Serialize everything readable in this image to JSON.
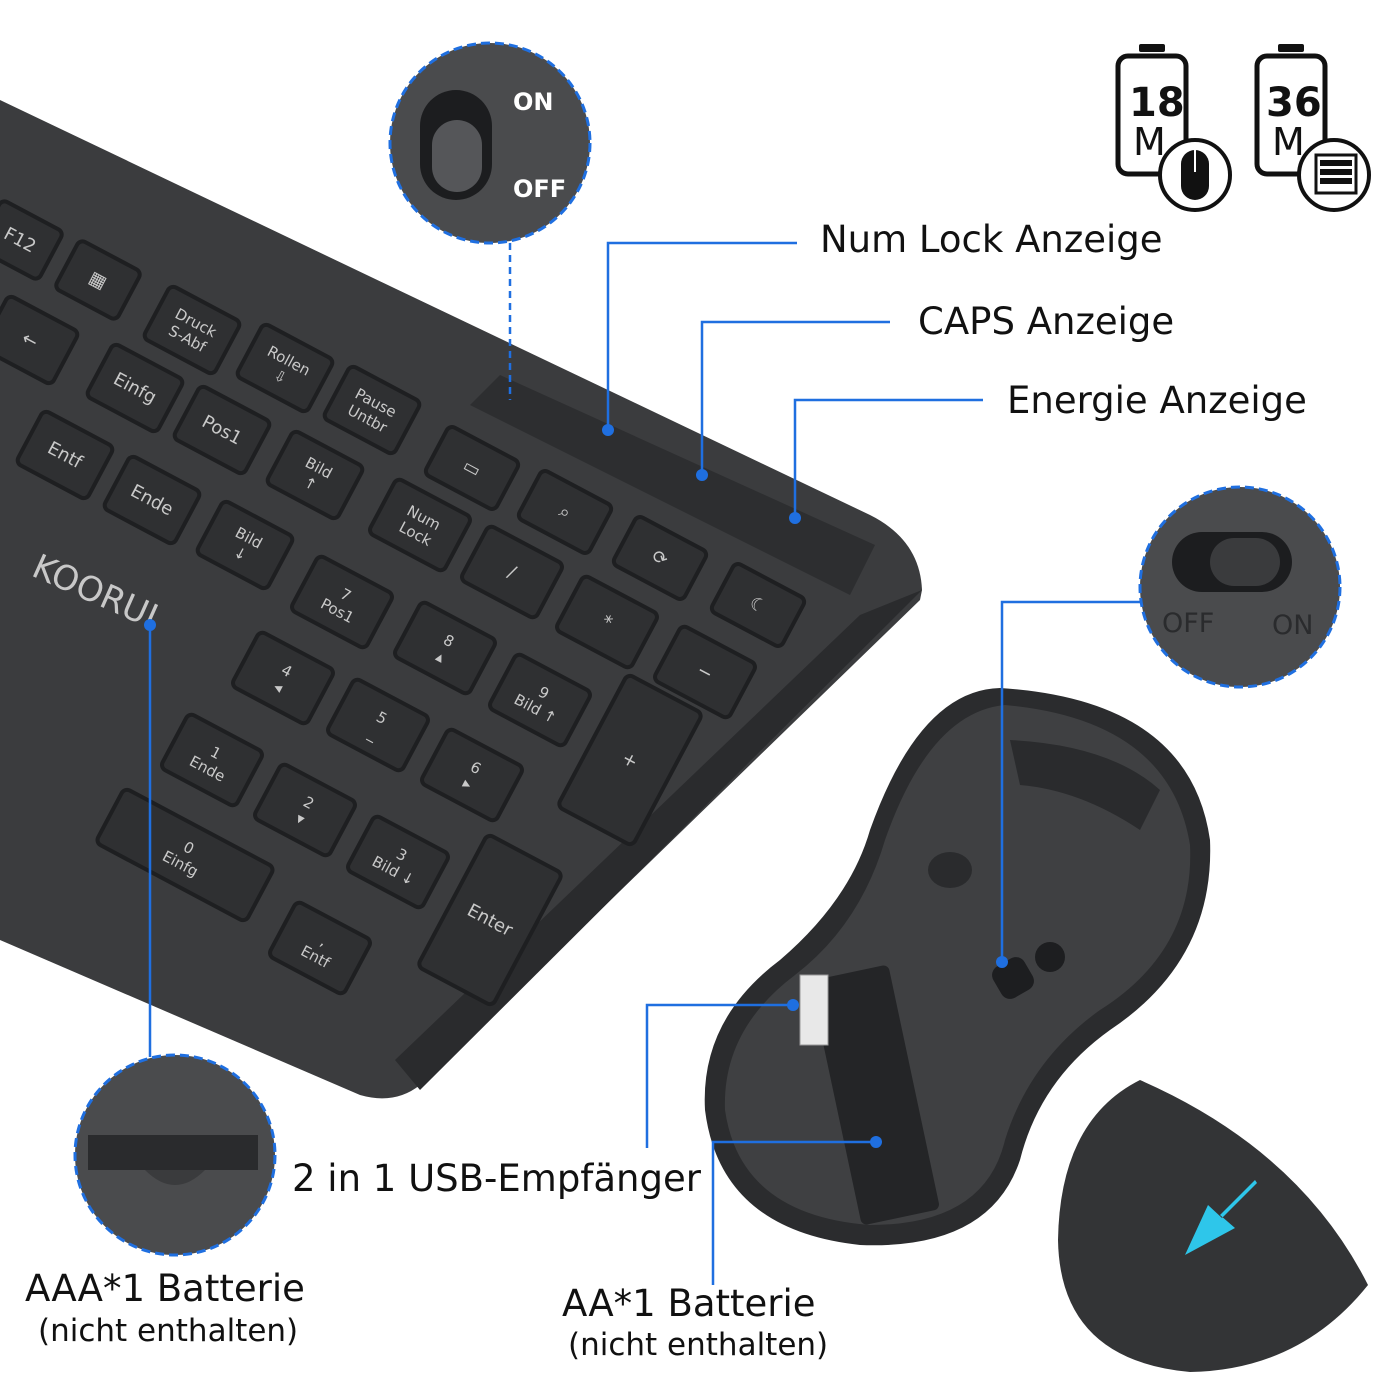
{
  "colors": {
    "accent": "#1f6fe0",
    "body": "#3b3c3e",
    "key": "#2f3032",
    "key_text": "#c9c9c9"
  },
  "battery_life": [
    {
      "value": "18",
      "unit": "M",
      "device_icon": "mouse-icon"
    },
    {
      "value": "36",
      "unit": "M",
      "device_icon": "keyboard-icon"
    }
  ],
  "callouts": {
    "num_lock": "Num Lock Anzeige",
    "caps": "CAPS Anzeige",
    "energy": "Energie Anzeige",
    "usb": "2 in 1 USB-Empfänger",
    "aaa_title": "AAA*1 Batterie",
    "aaa_note": "(nicht enthalten)",
    "aa_title": "AA*1 Batterie",
    "aa_note": "(nicht enthalten)"
  },
  "keyboard_switch": {
    "on": "ON",
    "off": "OFF"
  },
  "mouse_switch": {
    "off": "OFF",
    "on": "ON"
  },
  "brand": "KOORUI",
  "keys": [
    "F12",
    "Druck\nS-Abf",
    "Rollen\n⇩",
    "Pause\nUntbr",
    "Einfg",
    "Pos1",
    "Bild\n↑",
    "Entf",
    "Ende",
    "Bild\n↓",
    "Num\nLock",
    "/",
    "*",
    "−",
    "7\nPos1",
    "8\n▴",
    "9\nBild ↑",
    "+",
    "4\n◂",
    "5\n_",
    "6\n▸",
    "1\nEnde",
    "2\n▾",
    "3\nBild ↓",
    "Enter",
    "0\nEinfg",
    ",\nEntf",
    "▭",
    "⌕",
    "⟳",
    "☾",
    "←",
    "▦"
  ]
}
